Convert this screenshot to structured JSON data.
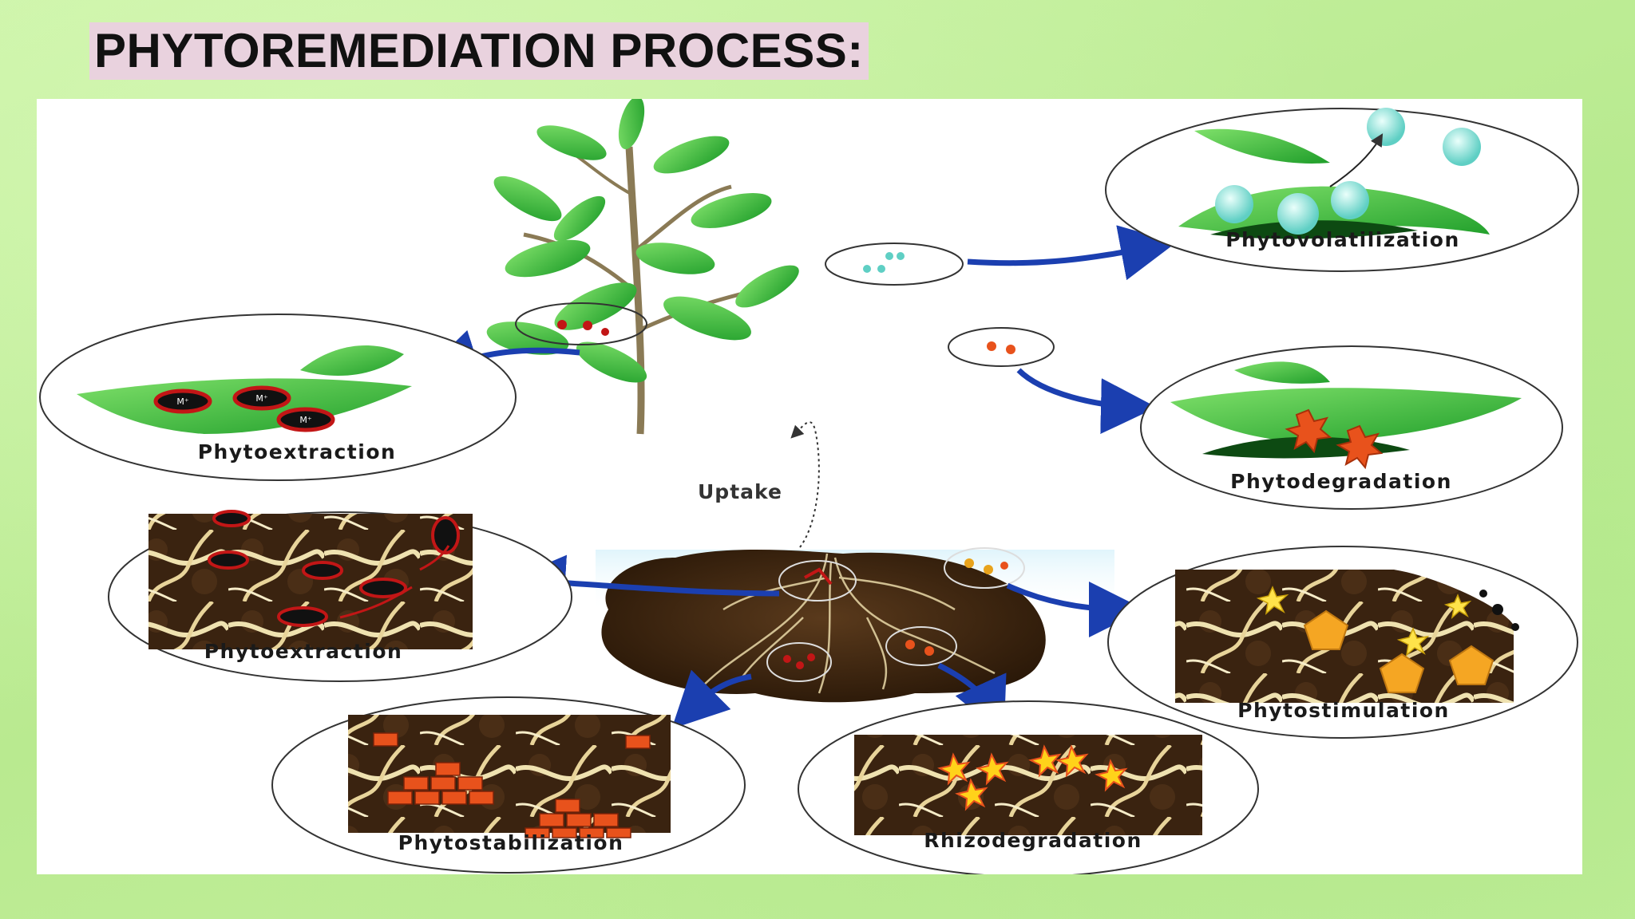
{
  "slide": {
    "title": "PHYTOREMEDIATION PROCESS:"
  },
  "figure": {
    "labels": {
      "volatilization": "Phytovolatilization",
      "extraction_leaf": "Phytoextraction",
      "degradation": "Phytodegradation",
      "uptake": "Uptake",
      "extraction_root": "Phytoextraction",
      "stimulation": "Phytostimulation",
      "stabilization": "Phytostabilization",
      "rhizodegradation": "Rhizodegradation"
    },
    "metal_symbol": "M⁺"
  },
  "colors": {
    "background": "#c2ef9a",
    "title_highlight": "#e9d2de",
    "arrow_blue": "#1b3fb0",
    "leaf_green": "#3fc23a",
    "soil_dark": "#3b2412",
    "root_cream": "#f2e6b8",
    "metal_red": "#c21616",
    "metal_orange": "#e8521c",
    "pollutant_aqua": "#9ee6de"
  }
}
